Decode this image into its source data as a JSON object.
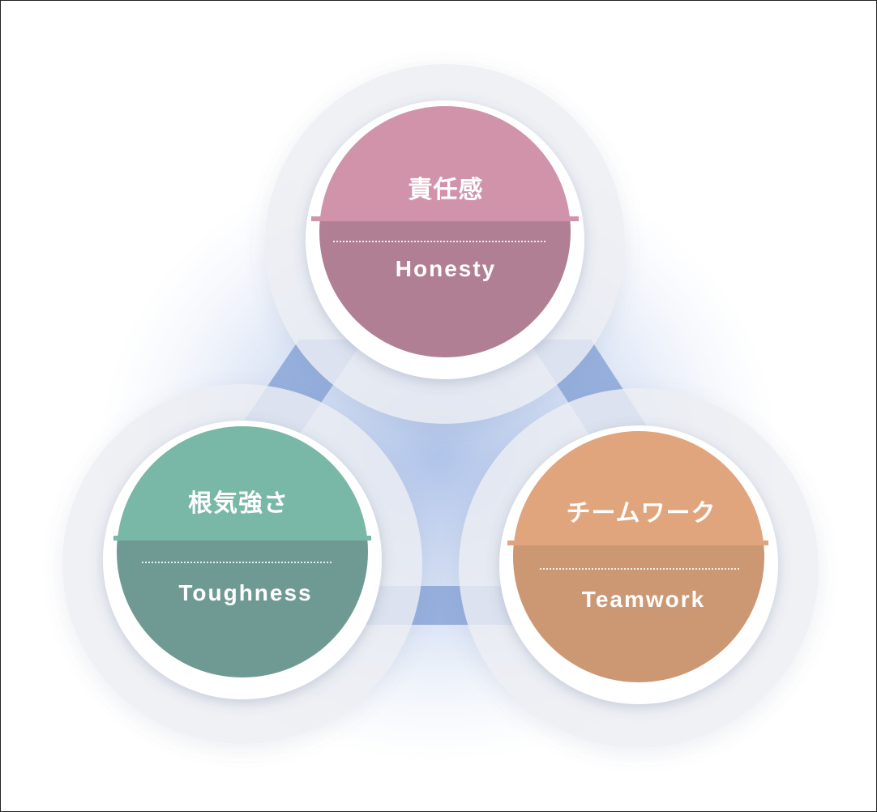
{
  "nodes": [
    {
      "id": "honesty",
      "jp": "責任感",
      "en": "Honesty",
      "top_color": "#d193aa",
      "bottom_color": "#b17f93"
    },
    {
      "id": "toughness",
      "jp": "根気強さ",
      "en": "Toughness",
      "top_color": "#79b8a6",
      "bottom_color": "#6f9a93"
    },
    {
      "id": "teamwork",
      "jp": "チームワーク",
      "en": "Teamwork",
      "top_color": "#e1a57e",
      "bottom_color": "#cc9874"
    }
  ],
  "colors": {
    "connector_blue": "#8aa6d8",
    "glow_blue": "#7e9fdc",
    "outer_ring": "#eceef3",
    "white_ring": "#ffffff"
  }
}
